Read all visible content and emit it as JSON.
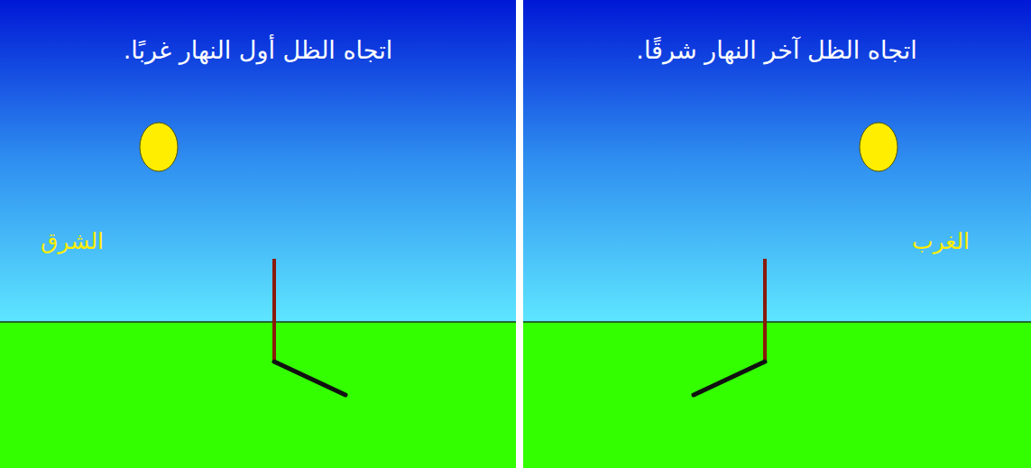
{
  "diagram": {
    "labels": [
      "اتجاه الظل أول النهار غربًا.",
      "الشرق",
      "اتجاه الظل آخر النهار شرقًا.",
      "الغرب"
    ]
  }
}
